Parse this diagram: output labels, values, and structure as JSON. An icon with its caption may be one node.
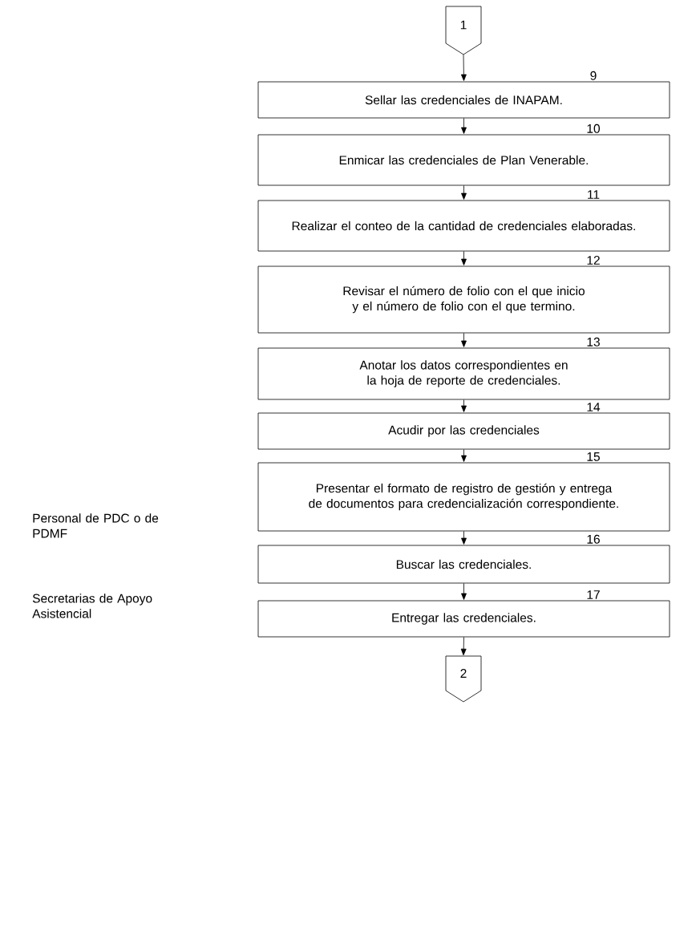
{
  "diagram": {
    "nodes": [
      {
        "text": [
          "1"
        ]
      },
      {
        "text": [
          "Sellar las credenciales de INAPAM."
        ],
        "beside": [
          "9"
        ]
      },
      {
        "text": [
          "Enmicar las credenciales de Plan Venerable."
        ],
        "beside": [
          "10"
        ]
      },
      {
        "text": [
          "Realizar el conteo de la cantidad de credenciales elaboradas."
        ],
        "beside": [
          "11"
        ]
      },
      {
        "text": [
          "Revisar el número de folio con el que inicio y el número de folio con el que termino."
        ],
        "beside": [
          "12"
        ]
      },
      {
        "text": [
          "Anotar los datos correspondientes en la hoja de reporte de credenciales."
        ],
        "beside": [
          "13"
        ]
      },
      {
        "text": [
          "Acudir por las credenciales"
        ],
        "beside": [
          "14"
        ]
      },
      {
        "text": [
          "Presentar el formato de registro de gestión y entrega de documentos para credencialización correspondiente."
        ],
        "beside": [
          "15"
        ]
      },
      {
        "text": [
          "Buscar las credenciales."
        ],
        "beside": [
          "16"
        ]
      },
      {
        "text": [
          "Entregar las credenciales."
        ],
        "beside": [
          "17"
        ]
      },
      {
        "text": [
          "2"
        ]
      }
    ],
    "edges": [
      {
        "from": 0,
        "to": 1,
        "arrow": "to"
      },
      {
        "from": 1,
        "to": 2,
        "arrow": "to"
      },
      {
        "from": 2,
        "to": 3,
        "arrow": "to"
      },
      {
        "from": 3,
        "to": 4,
        "arrow": "to"
      },
      {
        "from": 4,
        "to": 5,
        "arrow": "to"
      },
      {
        "from": 5,
        "to": 6,
        "arrow": "to"
      },
      {
        "from": 6,
        "to": 7,
        "arrow": "to"
      },
      {
        "from": 7,
        "to": 8,
        "arrow": "to"
      },
      {
        "from": 8,
        "to": 9,
        "arrow": "to"
      },
      {
        "from": 9,
        "to": 10,
        "arrow": "to"
      }
    ],
    "labels": [
      "Personal de PDC o de PDMF",
      "Secretarias de Apoyo Asistencial"
    ]
  }
}
